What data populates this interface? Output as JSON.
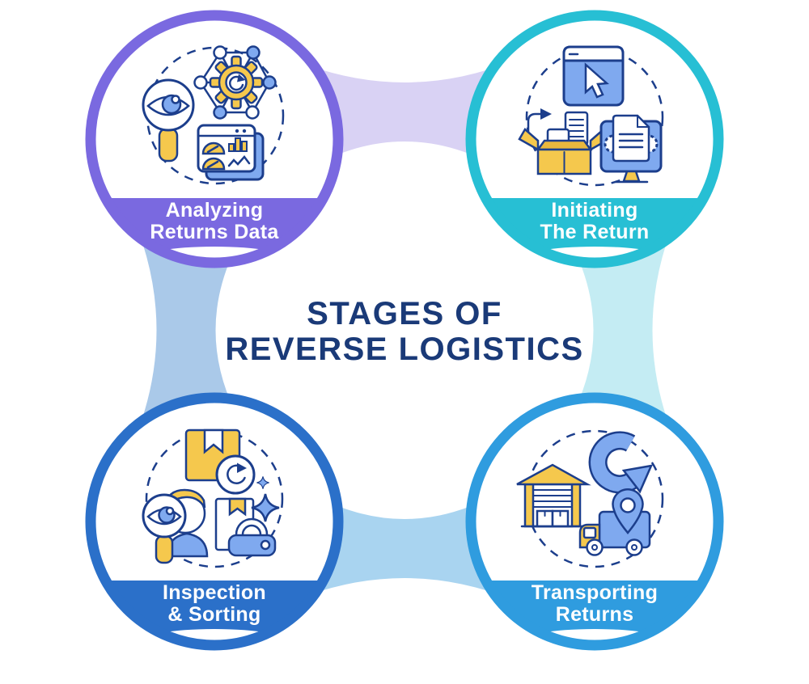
{
  "diagram_title": {
    "line1": "STAGES OF",
    "line2": "REVERSE LOGISTICS"
  },
  "stages": [
    {
      "name": "analyzing-returns-data",
      "label_line1": "Analyzing",
      "label_line2": "Returns Data",
      "ring_color": "#7a69e0",
      "icons": [
        "magnifying-glass-eye-icon",
        "gear-network-icon",
        "analytics-dashboard-icon"
      ]
    },
    {
      "name": "initiating-the-return",
      "label_line1": "Initiating",
      "label_line2": "The Return",
      "ring_color": "#27bfd4",
      "icons": [
        "browser-cursor-icon",
        "open-box-receipt-icon",
        "monitor-document-icon"
      ]
    },
    {
      "name": "inspection-and-sorting",
      "label_line1": "Inspection",
      "label_line2": "& Sorting",
      "ring_color": "#2b70c9",
      "icons": [
        "parcel-bookmark-icon",
        "return-arrow-icon",
        "inspector-magnifier-icon",
        "tape-box-icon",
        "sparkle-icon"
      ]
    },
    {
      "name": "transporting-returns",
      "label_line1": "Transporting",
      "label_line2": "Returns",
      "ring_color": "#2f9cdf",
      "icons": [
        "warehouse-icon",
        "circular-arrow-icon",
        "delivery-truck-pin-icon"
      ]
    }
  ],
  "connectors": [
    {
      "name": "connector-top",
      "color": "#d9d2f4"
    },
    {
      "name": "connector-left",
      "color": "#aac9e9"
    },
    {
      "name": "connector-right",
      "color": "#c4ecf3"
    },
    {
      "name": "connector-bottom",
      "color": "#a9d4f0"
    }
  ],
  "colors": {
    "navy": "#1c3e8c",
    "titlenavy": "#1a3a78",
    "yellow": "#f5c84d",
    "yellowdark": "#e8b73e",
    "iconblue": "#7fa9ef"
  }
}
